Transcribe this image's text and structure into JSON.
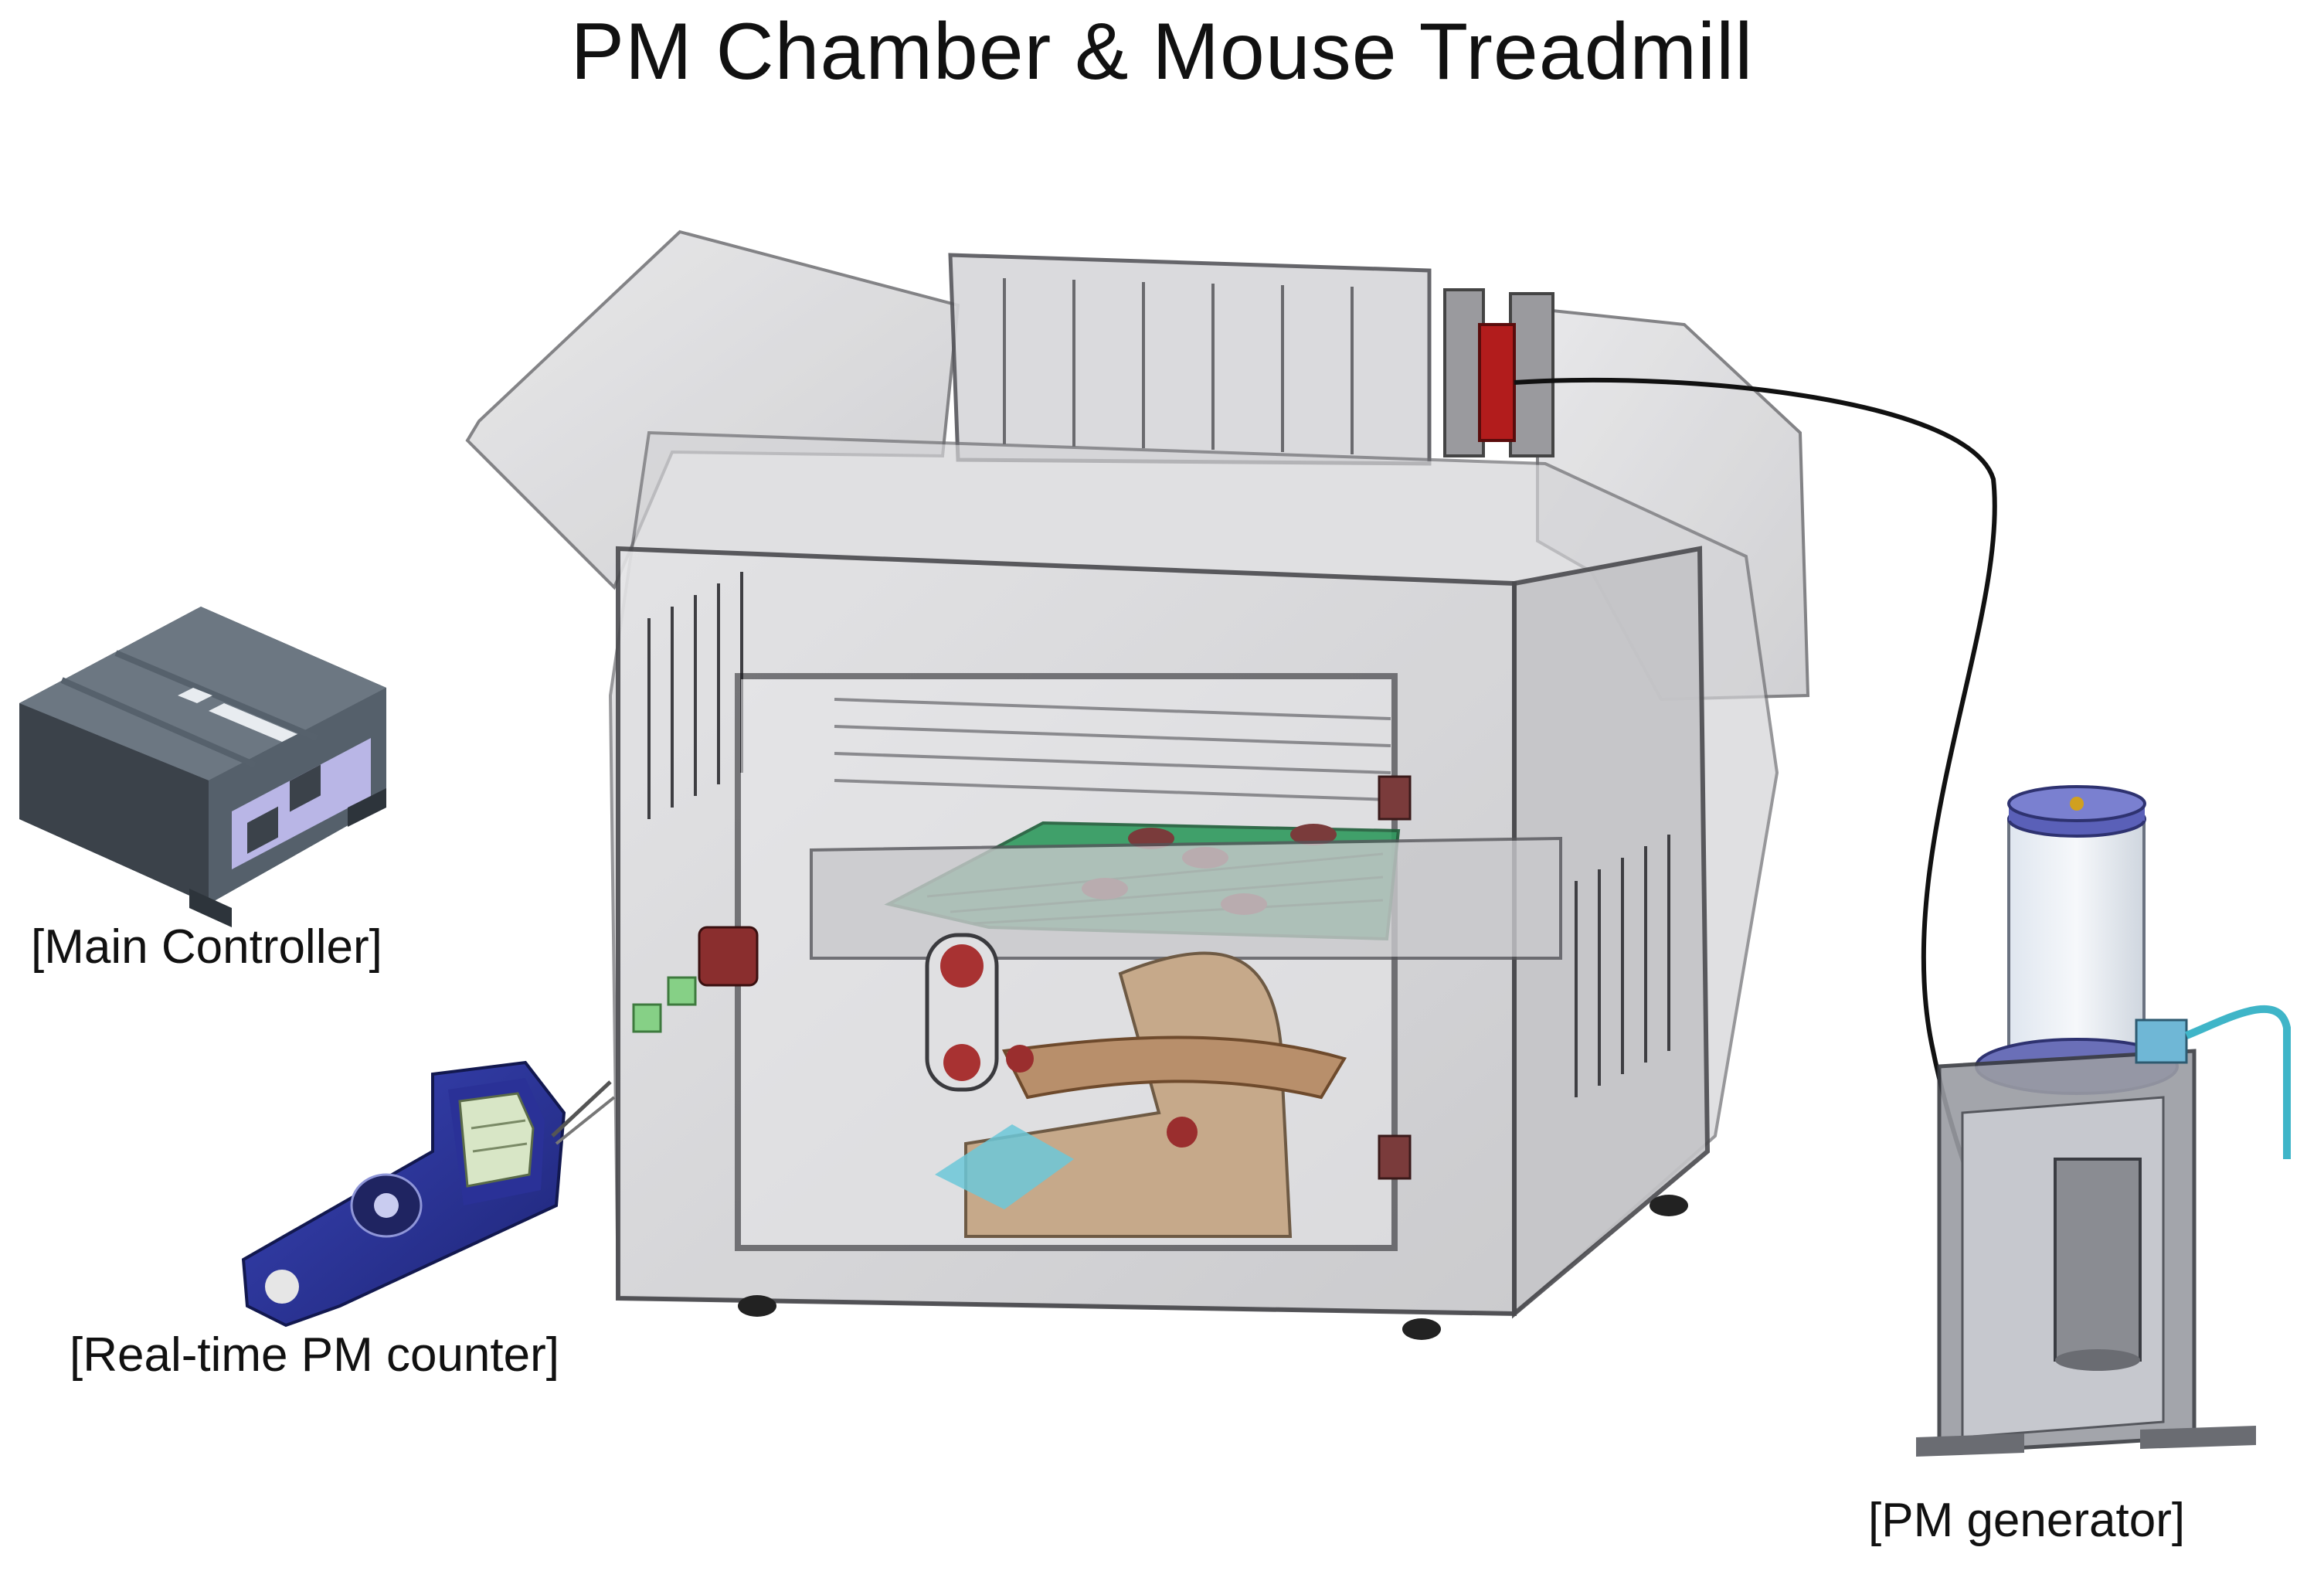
{
  "diagram": {
    "title": "PM Chamber & Mouse Treadmill",
    "components": {
      "main_controller": "[Main Controller]",
      "pm_counter": "[Real-time PM counter]",
      "pm_generator": "[PM generator]"
    }
  }
}
